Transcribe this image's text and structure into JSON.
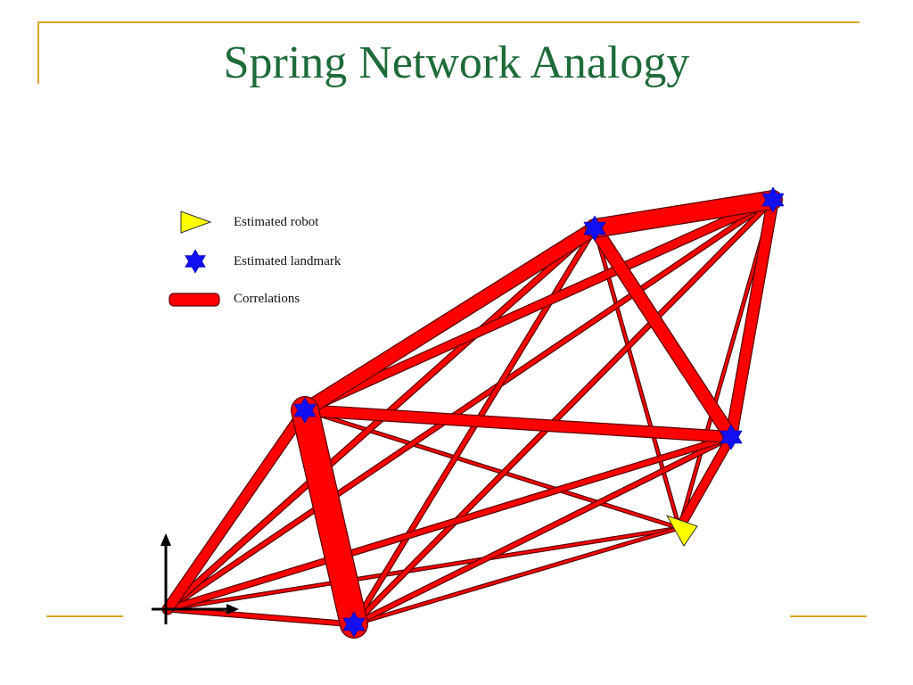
{
  "slide": {
    "title": "Spring Network Analogy"
  },
  "legend": {
    "robot_label": "Estimated robot",
    "landmark_label": "Estimated landmark",
    "correlation_label": "Correlations"
  },
  "colors": {
    "title": "#1e6b3a",
    "accent": "#d9a425",
    "spring": "#ff0000",
    "spring_outline": "#5a0000",
    "landmark": "#1010f0",
    "robot": "#ffff00"
  },
  "icons": {
    "robot": "triangle-icon",
    "landmark": "six-point-star-icon",
    "origin": "coordinate-axes-icon"
  }
}
